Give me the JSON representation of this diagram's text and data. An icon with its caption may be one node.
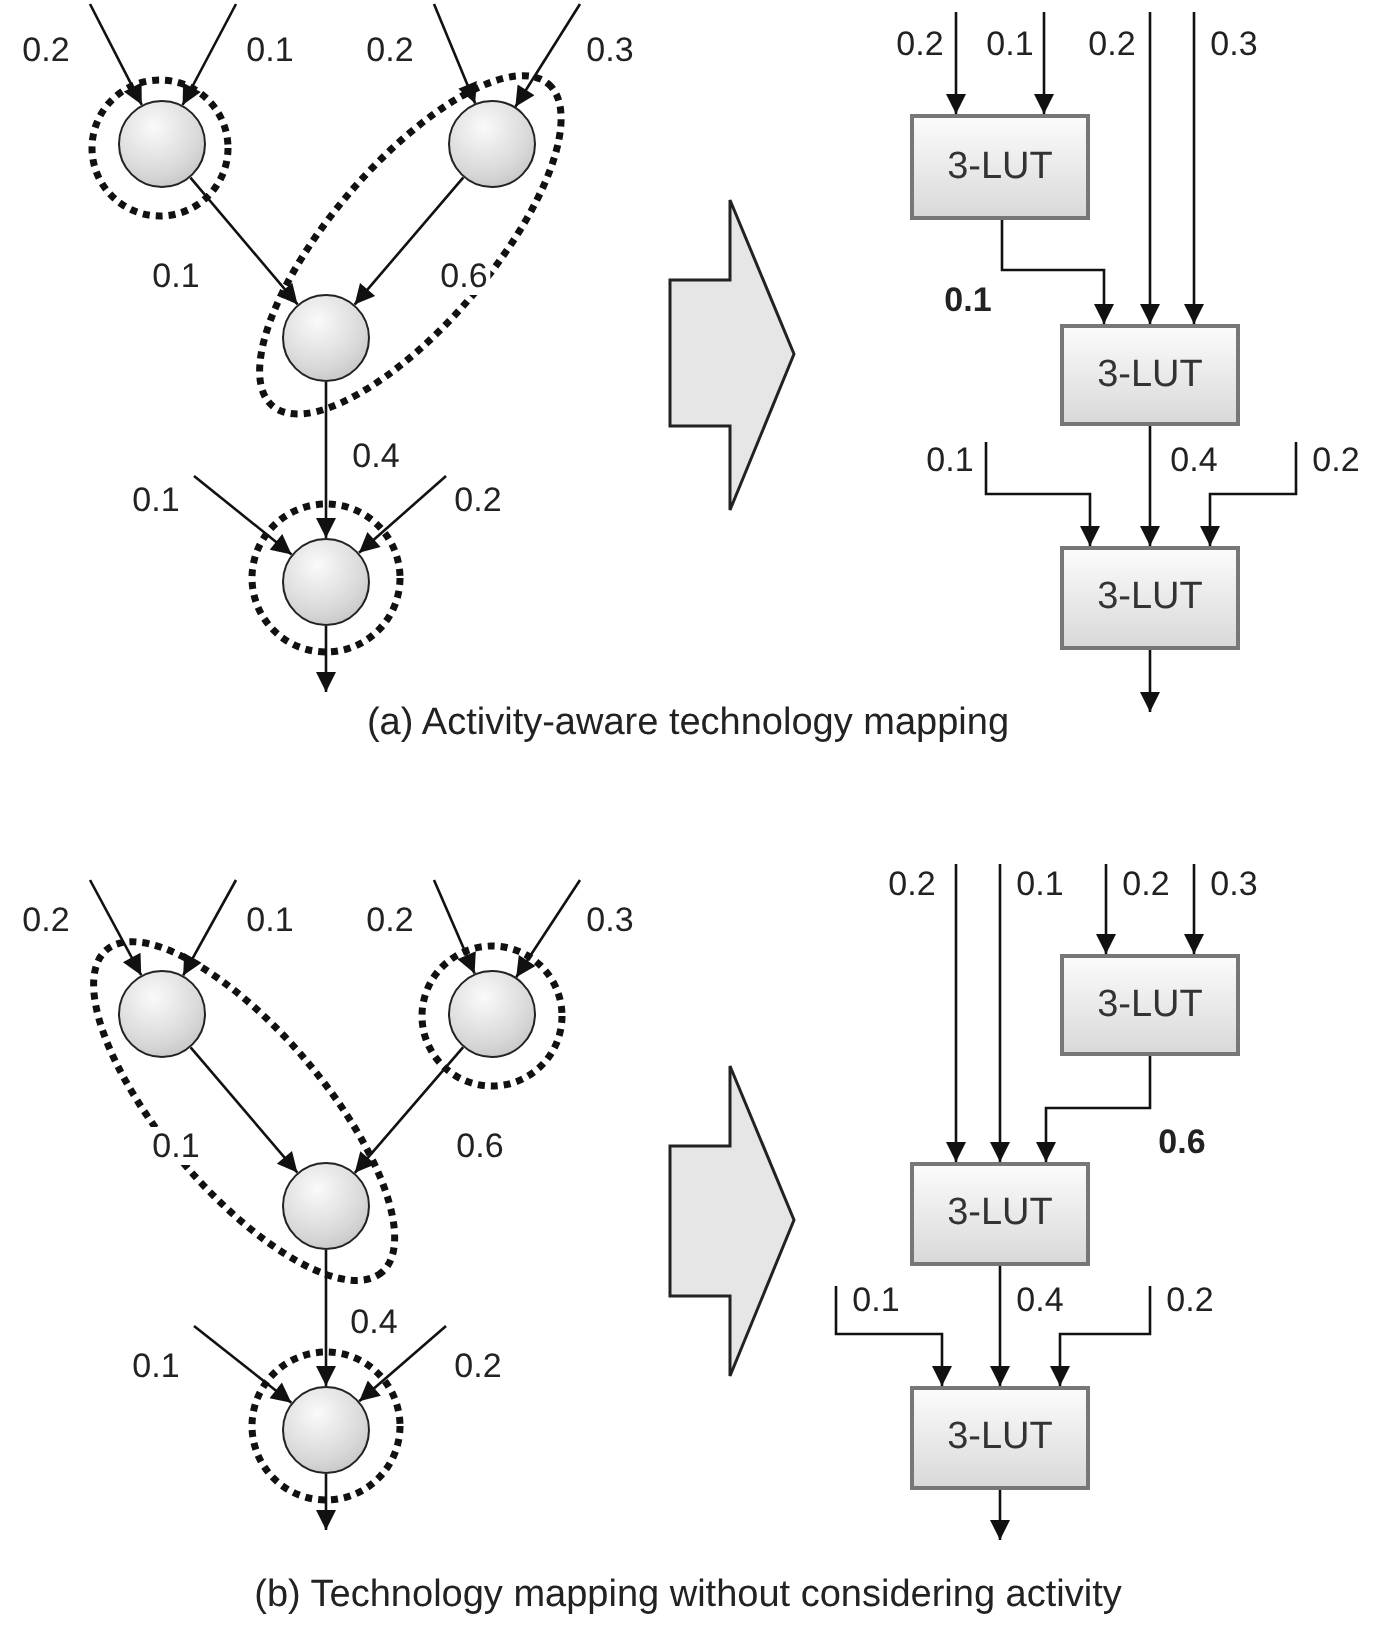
{
  "diagram": {
    "nodes": [
      {
        "text": [],
        "shape": "circle"
      },
      {
        "text": [],
        "shape": "circle",
        "in": 0
      },
      {
        "text": [],
        "shape": "ellipse"
      },
      {
        "text": [],
        "shape": "circle",
        "in": 2
      },
      {
        "text": [],
        "shape": "circle",
        "in": 2
      },
      {
        "text": [],
        "shape": "circle"
      },
      {
        "text": [],
        "shape": "circle",
        "in": 5
      },
      {
        "text": [
          "3-LUT"
        ]
      },
      {
        "text": [
          "3-LUT"
        ]
      },
      {
        "text": [
          "3-LUT"
        ]
      },
      {
        "text": [],
        "shape": "ellipse"
      },
      {
        "text": [],
        "shape": "circle",
        "in": 10
      },
      {
        "text": [],
        "shape": "circle"
      },
      {
        "text": [],
        "shape": "circle",
        "in": 12
      },
      {
        "text": [],
        "shape": "circle",
        "in": 10
      },
      {
        "text": [],
        "shape": "circle"
      },
      {
        "text": [],
        "shape": "circle",
        "in": 15
      },
      {
        "text": [
          "3-LUT"
        ]
      },
      {
        "text": [
          "3-LUT"
        ]
      },
      {
        "text": [
          "3-LUT"
        ]
      }
    ],
    "edges": [
      {
        "from": null,
        "to": 1,
        "arrow": "to",
        "label": "0.2"
      },
      {
        "from": null,
        "to": 1,
        "arrow": "to",
        "label": "0.1"
      },
      {
        "from": null,
        "to": 3,
        "arrow": "to",
        "label": "0.2"
      },
      {
        "from": null,
        "to": 3,
        "arrow": "to",
        "label": "0.3"
      },
      {
        "from": 1,
        "to": 4,
        "arrow": "to",
        "label": "0.1"
      },
      {
        "from": 3,
        "to": 4,
        "arrow": "to",
        "label": "0.6"
      },
      {
        "from": 4,
        "to": 6,
        "arrow": "to",
        "label": "0.4"
      },
      {
        "from": null,
        "to": 6,
        "arrow": "to",
        "label": "0.1"
      },
      {
        "from": null,
        "to": 6,
        "arrow": "to",
        "label": "0.2"
      },
      {
        "from": 6,
        "to": null,
        "arrow": "to"
      },
      {
        "from": null,
        "to": 7,
        "arrow": "to",
        "label": "0.2"
      },
      {
        "from": null,
        "to": 7,
        "arrow": "to",
        "label": "0.1"
      },
      {
        "from": 7,
        "to": 8,
        "arrow": "to",
        "label": "0.1"
      },
      {
        "from": null,
        "to": 8,
        "arrow": "to",
        "label": "0.2"
      },
      {
        "from": null,
        "to": 8,
        "arrow": "to",
        "label": "0.3"
      },
      {
        "from": null,
        "to": 9,
        "arrow": "to",
        "label": "0.1"
      },
      {
        "from": 8,
        "to": 9,
        "arrow": "to",
        "label": "0.4"
      },
      {
        "from": null,
        "to": 9,
        "arrow": "to",
        "label": "0.2"
      },
      {
        "from": 9,
        "to": null,
        "arrow": "to"
      },
      {
        "from": null,
        "to": 11,
        "arrow": "to",
        "label": "0.2"
      },
      {
        "from": null,
        "to": 11,
        "arrow": "to",
        "label": "0.1"
      },
      {
        "from": null,
        "to": 13,
        "arrow": "to",
        "label": "0.2"
      },
      {
        "from": null,
        "to": 13,
        "arrow": "to",
        "label": "0.3"
      },
      {
        "from": 11,
        "to": 14,
        "arrow": "to",
        "label": "0.1"
      },
      {
        "from": 13,
        "to": 14,
        "arrow": "to",
        "label": "0.6"
      },
      {
        "from": 14,
        "to": 16,
        "arrow": "to",
        "label": "0.4"
      },
      {
        "from": null,
        "to": 16,
        "arrow": "to",
        "label": "0.1"
      },
      {
        "from": null,
        "to": 16,
        "arrow": "to",
        "label": "0.2"
      },
      {
        "from": 16,
        "to": null,
        "arrow": "to"
      },
      {
        "from": null,
        "to": 18,
        "arrow": "to",
        "label": "0.2"
      },
      {
        "from": null,
        "to": 18,
        "arrow": "to",
        "label": "0.1"
      },
      {
        "from": null,
        "to": 17,
        "arrow": "to",
        "label": "0.2"
      },
      {
        "from": null,
        "to": 17,
        "arrow": "to",
        "label": "0.3"
      },
      {
        "from": 17,
        "to": 18,
        "arrow": "to",
        "label": "0.6"
      },
      {
        "from": null,
        "to": 19,
        "arrow": "to",
        "label": "0.1"
      },
      {
        "from": 18,
        "to": 19,
        "arrow": "to",
        "label": "0.4"
      },
      {
        "from": null,
        "to": 19,
        "arrow": "to",
        "label": "0.2"
      },
      {
        "from": 19,
        "to": null,
        "arrow": "to"
      }
    ],
    "labels": [
      "(a) Activity-aware technology mapping",
      "(b) Technology mapping without considering activity"
    ]
  }
}
